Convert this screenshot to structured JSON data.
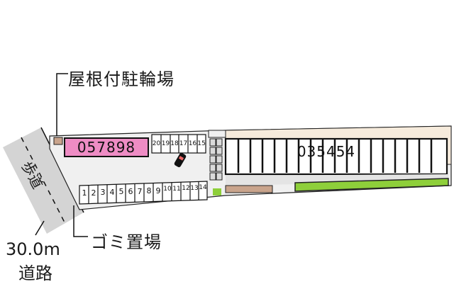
{
  "labels": {
    "roofed_bicycle_parking": "屋根付駐輪場",
    "garbage_area": "ゴミ置場",
    "road_width": "30.0m",
    "road": "道路",
    "sidewalk": "歩道"
  },
  "buildings": [
    {
      "id": "057898",
      "color": "#ee8cc4"
    },
    {
      "id": "035454",
      "color": "#ffffff"
    }
  ],
  "parking_rows": {
    "lower": [
      "1",
      "2",
      "3",
      "4",
      "5",
      "6",
      "7",
      "8",
      "9",
      "10",
      "11",
      "12",
      "13",
      "14"
    ],
    "upper": [
      "20",
      "19",
      "18",
      "17",
      "16",
      "15"
    ]
  },
  "colors": {
    "road": "#d4d4d4",
    "lot": "#f0f0f0",
    "beige_strip": "#f6ebdc",
    "greenery": "#8ecf3a",
    "brown_planter": "#c9a48c"
  }
}
